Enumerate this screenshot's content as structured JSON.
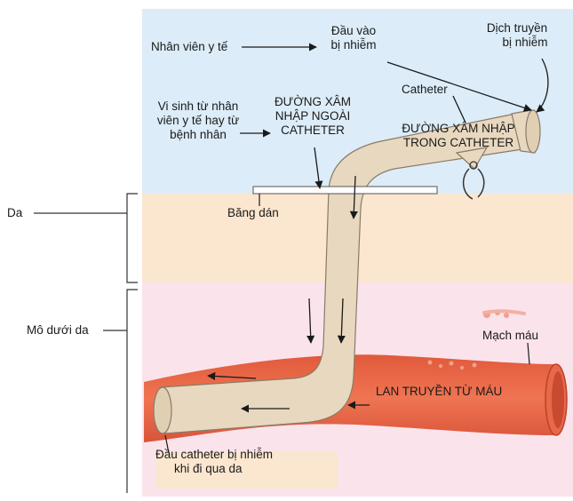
{
  "labels": {
    "staff": "Nhân viên y tế",
    "entry_line1": "Đầu vào",
    "entry_line2": "bị nhiễm",
    "infusion_line1": "Dịch truyền",
    "infusion_line2": "bị nhiễm",
    "microbe_line1": "Vi sinh từ nhân",
    "microbe_line2": "viên y tế hay từ",
    "microbe_line3": "bệnh nhân",
    "extraluminal_line1": "ĐƯỜNG XÂM",
    "extraluminal_line2": "NHẬP NGOÀI",
    "extraluminal_line3": "CATHETER",
    "catheter": "Catheter",
    "intraluminal_line1": "ĐƯỜNG XÂM NHẬP",
    "intraluminal_line2": "TRONG CATHETER",
    "skin": "Da",
    "tape": "Băng dán",
    "subcutaneous": "Mô dưới da",
    "blood_vessel": "Mạch máu",
    "hematogenous": "LAN TRUYỀN TỪ MÁU",
    "tip_line1": "Đầu catheter bị nhiễm",
    "tip_line2": "khi đi qua da"
  },
  "colors": {
    "air": "#dcecf8",
    "skin": "#fbe6cf",
    "subcutaneous": "#fbe3ec",
    "vessel": "#e86848",
    "vessel_dark": "#c94a30",
    "catheter": "#e8d8bf",
    "catheter_edge": "#8a7a66",
    "tape": "#ffffff"
  }
}
